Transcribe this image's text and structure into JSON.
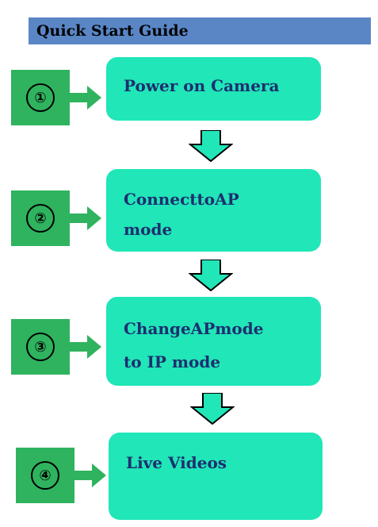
{
  "title": "Quick Start Guide",
  "colors": {
    "title_bar": "#5a86c6",
    "step_box": "#20e6b8",
    "number_box": "#2fb35e",
    "down_arrow": "#20e6b8",
    "text_dark": "#1e2f6f"
  },
  "steps": [
    {
      "number": "①",
      "label_words": [
        "Power",
        "on",
        "Camera"
      ],
      "label_line2": ""
    },
    {
      "number": "②",
      "label_words": [
        "Connect",
        "to",
        "AP"
      ],
      "label_line2": "mode"
    },
    {
      "number": "③",
      "label_words": [
        "Change",
        "AP",
        "mode"
      ],
      "label_line2": "to IP mode"
    },
    {
      "number": "④",
      "label_words": [
        "Live",
        "Videos"
      ],
      "label_line2": ""
    }
  ]
}
